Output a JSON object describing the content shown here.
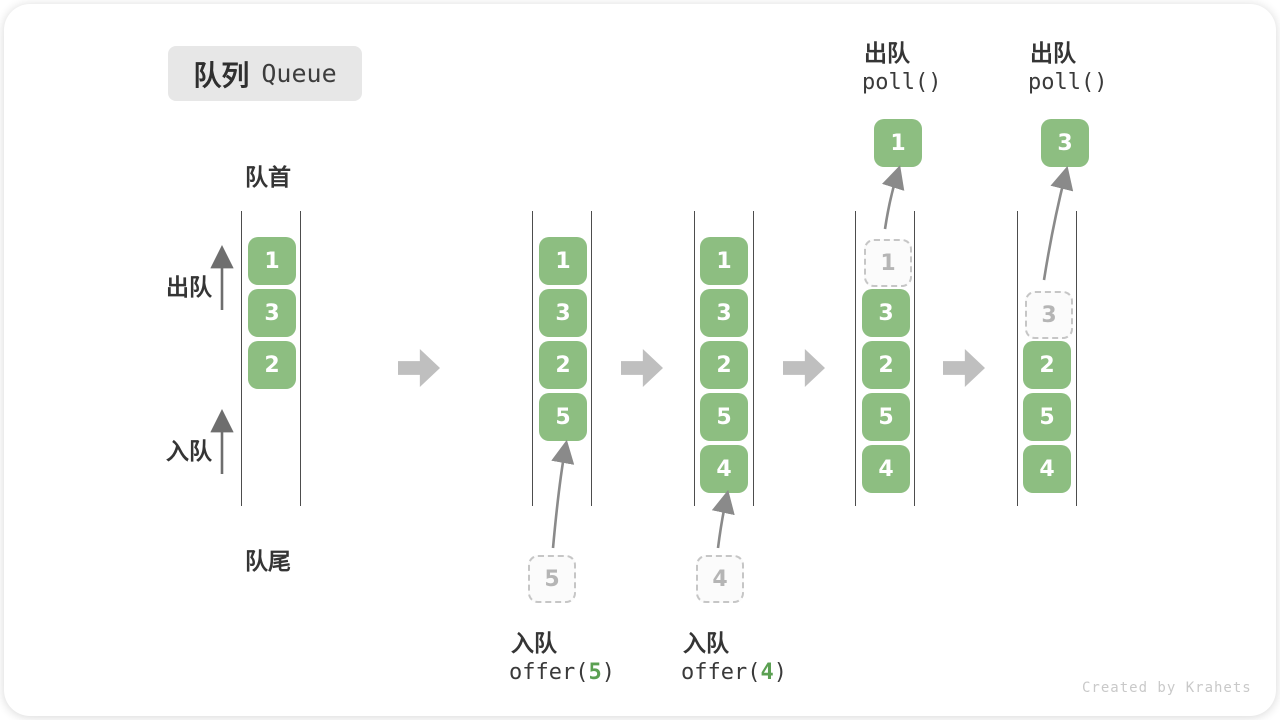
{
  "title": {
    "zh": "队列",
    "en": "Queue"
  },
  "front_label": "队首",
  "rear_label": "队尾",
  "side_labels": {
    "dequeue": "出队",
    "enqueue": "入队"
  },
  "watermark": "Created by Krahets",
  "colors": {
    "box_green": "#8dbe81",
    "code_arg_green": "#5ba052",
    "block_arrow_gray": "#bfbfbf",
    "wall_gray": "#4d4d4d",
    "dashed_gray": "#c6c6c6"
  },
  "states": [
    {
      "cells": [
        "1",
        "3",
        "2"
      ]
    },
    {
      "cells": [
        "1",
        "3",
        "2",
        "5"
      ],
      "incoming": "5"
    },
    {
      "cells": [
        "1",
        "3",
        "2",
        "5",
        "4"
      ],
      "incoming": "4"
    },
    {
      "cells": [
        "3",
        "2",
        "5",
        "4"
      ],
      "removed": "1",
      "popped": "1"
    },
    {
      "cells": [
        "2",
        "5",
        "4"
      ],
      "removed": "3",
      "popped": "3"
    }
  ],
  "ops": {
    "enqueue5": {
      "label": "入队",
      "pre": "offer(",
      "arg": "5",
      "post": ")"
    },
    "enqueue4": {
      "label": "入队",
      "pre": "offer(",
      "arg": "4",
      "post": ")"
    },
    "poll1": {
      "label": "出队",
      "code": "poll()"
    },
    "poll2": {
      "label": "出队",
      "code": "poll()"
    }
  }
}
